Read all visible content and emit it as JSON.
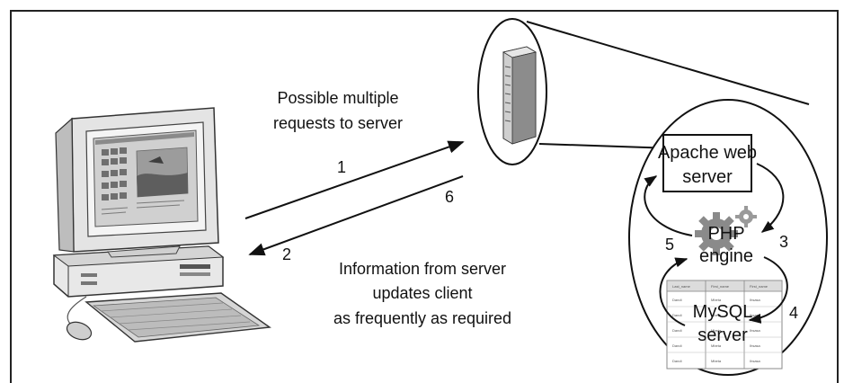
{
  "labels": {
    "requests_line1": "Possible multiple",
    "requests_line2": "requests to server",
    "info_line1": "Information from server",
    "info_line2": "updates client",
    "info_line3": "as frequently as required",
    "step1": "1",
    "step2": "2",
    "step3": "3",
    "step4": "4",
    "step5": "5",
    "step6": "6",
    "apache_line1": "Apache web",
    "apache_line2": "server",
    "php_line1": "PHP",
    "php_line2": "engine",
    "mysql_line1": "MySQL",
    "mysql_line2": "server"
  },
  "table": {
    "headers": [
      "Last_name",
      "First_name",
      "First_name"
    ],
    "rows": [
      [
        "Dandi",
        "Mbeta",
        "Ihsasa"
      ],
      [
        "Dandi",
        "Mbeta",
        "Ihsasa"
      ],
      [
        "Dandi",
        "Mbeta",
        "Ihsasa"
      ],
      [
        "Dandi",
        "Mbeta",
        "Ihsasa"
      ],
      [
        "Dandi",
        "Mbeta",
        "Ihsasa"
      ]
    ]
  },
  "colors": {
    "line": "#111111",
    "frame": "#222222",
    "computer_body": "#e6e6e6",
    "computer_shade": "#9a9a9a",
    "server_face": "#b8b8b8",
    "gear": "#8a8a8a"
  }
}
